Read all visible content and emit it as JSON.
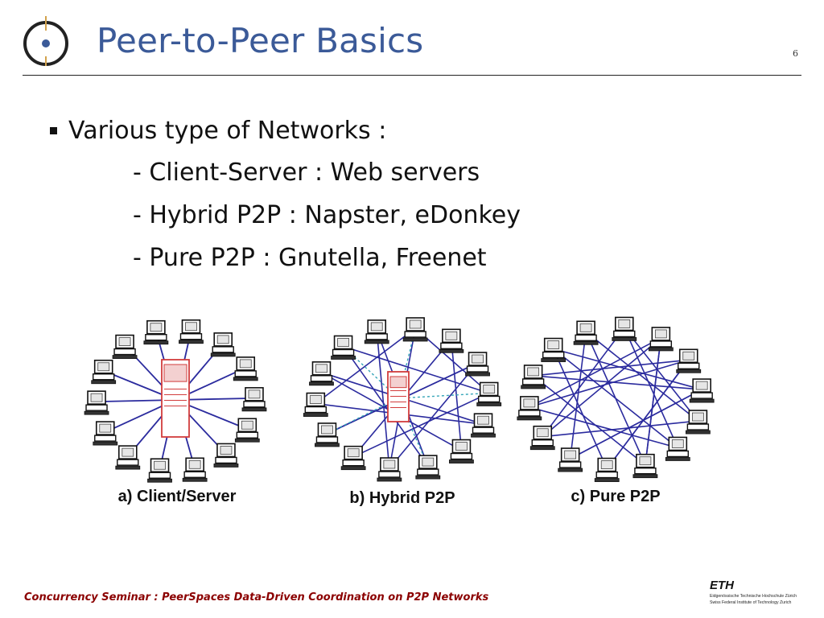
{
  "slide": {
    "title": "Peer-to-Peer Basics",
    "page_number": "6"
  },
  "content": {
    "bullet": "Various type of Networks :",
    "sub_items": [
      "- Client-Server : Web servers",
      "- Hybrid P2P : Napster, eDonkey",
      "- Pure P2P : Gnutella, Freenet"
    ]
  },
  "figure": {
    "panels": [
      {
        "label": "a) Client/Server"
      },
      {
        "label": "b) Hybrid P2P"
      },
      {
        "label": "c) Pure P2P"
      }
    ],
    "colors": {
      "server": "#d23c3c",
      "links": "#2b2b9e",
      "server_links": "#35a5b8"
    }
  },
  "footer": {
    "text": "Concurrency Seminar : PeerSpaces Data-Driven Coordination on P2P Networks",
    "logo_text": "ETH",
    "logo_line1": "Eidgenössische Technische Hochschule Zürich",
    "logo_line2": "Swiss Federal Institute of Technology Zurich"
  },
  "colors": {
    "title": "#3b5a98",
    "footer": "#8b0000"
  }
}
